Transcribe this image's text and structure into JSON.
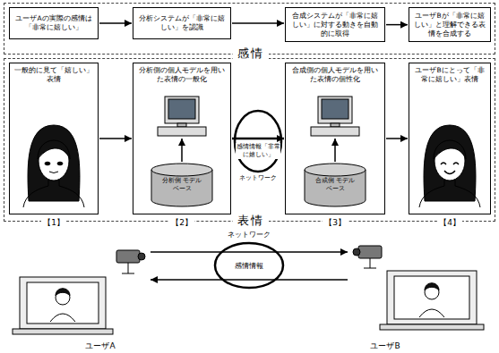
{
  "diagram": {
    "nodes": [
      {
        "text": [
          "感情"
        ]
      },
      {
        "text": [
          "ユーザAの実際の感情は「非常に嬉しい」"
        ],
        "in": 0
      },
      {
        "text": [
          "分析システムが「非常に嬉しい」を認識"
        ],
        "in": 0
      },
      {
        "text": [
          "合成システムが「非常に嬉しい」に対する動きを自動的に取得"
        ],
        "in": 0
      },
      {
        "text": [
          "ユーザBが「非常に嬉しい」と理解できる表情を合成する"
        ],
        "in": 0
      },
      {
        "text": [
          "表情"
        ]
      },
      {
        "text": [
          "一般的に見て「嬉しい」表情"
        ],
        "in": 5
      },
      {
        "text": [
          "分析側の個人モデルを用いた表情の一般化"
        ],
        "in": 5
      },
      {
        "text": [
          "分析側 モデルベース"
        ],
        "in": 7
      },
      {
        "text": [
          "合成側の個人モデルを用いた表情の個性化"
        ],
        "in": 5
      },
      {
        "text": [
          "合成側 モデルベース"
        ],
        "in": 9
      },
      {
        "text": [
          "ユーザBにとって「非常に嬉しい」表情"
        ],
        "in": 5
      },
      {
        "text": [
          "感情情報"
        ]
      }
    ],
    "edges": [
      {
        "from": 1,
        "to": 2,
        "arrow": "to"
      },
      {
        "from": 2,
        "to": 3,
        "arrow": "to"
      },
      {
        "from": 3,
        "to": 4,
        "arrow": "to"
      },
      {
        "from": 6,
        "to": 7,
        "arrow": "to"
      },
      {
        "from": 7,
        "to": 9,
        "label": "感情情報「非常に嬉しい」",
        "arrow": "to"
      },
      {
        "from": 9,
        "to": 11,
        "arrow": "to"
      }
    ],
    "labels": [
      "【1】",
      "【2】",
      "【3】",
      "【4】",
      "ネットワーク",
      "ネットワーク",
      "ユーザA",
      "ユーザB"
    ]
  }
}
